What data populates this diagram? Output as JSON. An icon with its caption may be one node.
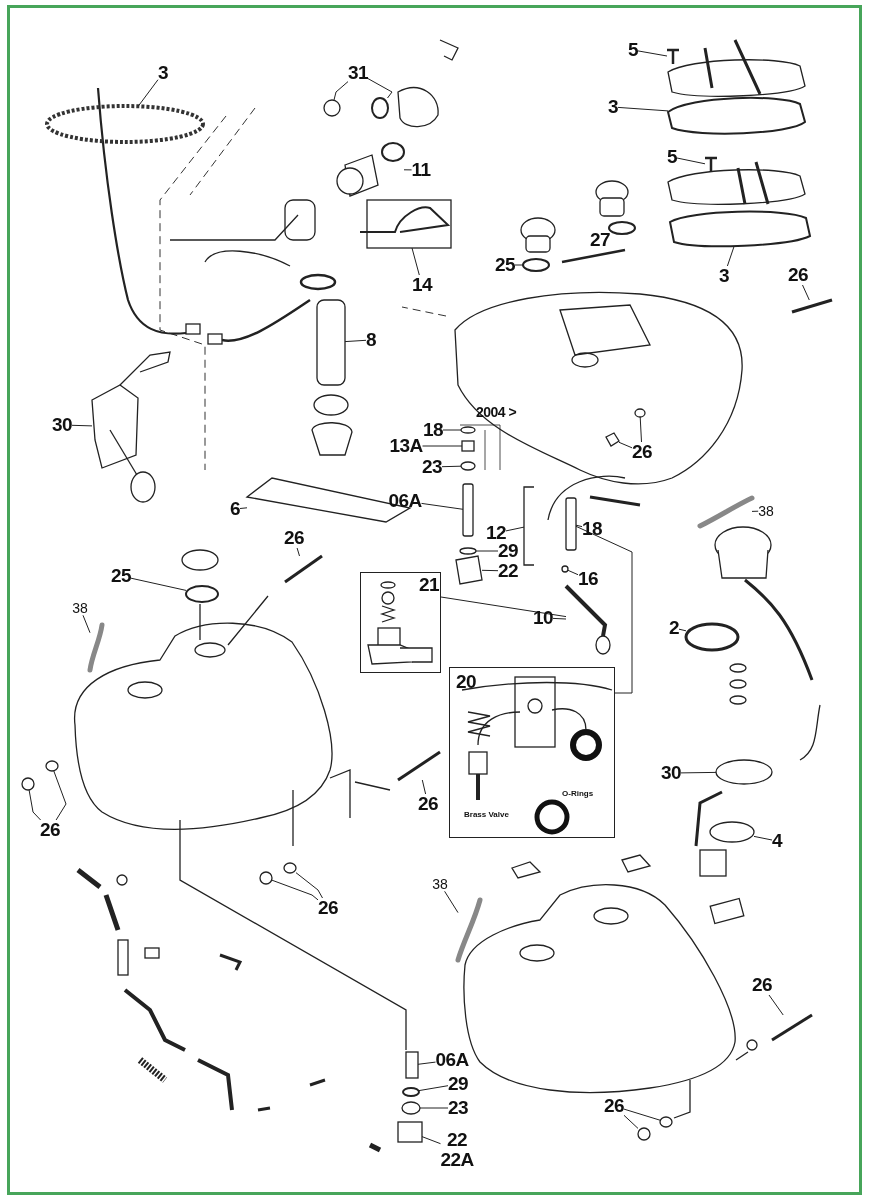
{
  "diagram": {
    "nodes": [
      {
        "text": [
          "3"
        ]
      },
      {
        "text": [
          "31"
        ]
      },
      {
        "text": [
          "11"
        ]
      },
      {
        "text": [
          "14"
        ]
      },
      {
        "text": [
          "8"
        ]
      },
      {
        "text": [
          "30"
        ]
      },
      {
        "text": [
          "6"
        ]
      },
      {
        "text": [
          "5"
        ]
      },
      {
        "text": [
          "3"
        ]
      },
      {
        "text": [
          "5"
        ]
      },
      {
        "text": [
          "3"
        ]
      },
      {
        "text": [
          "25"
        ]
      },
      {
        "text": [
          "26"
        ]
      },
      {
        "text": [
          "26"
        ]
      },
      {
        "text": [
          "18"
        ]
      },
      {
        "text": [
          "13A"
        ]
      },
      {
        "text": [
          "23"
        ]
      },
      {
        "text": [
          "06A"
        ]
      },
      {
        "text": [
          "38"
        ]
      },
      {
        "text": [
          "12"
        ]
      },
      {
        "text": [
          "18"
        ]
      },
      {
        "text": [
          "29"
        ]
      },
      {
        "text": [
          "22"
        ]
      },
      {
        "text": [
          "16"
        ]
      },
      {
        "text": [
          "21"
        ]
      },
      {
        "text": [
          "10"
        ]
      },
      {
        "text": [
          "20",
          "Brass Valve",
          "O-Rings"
        ]
      },
      {
        "text": [
          "26"
        ]
      },
      {
        "text": [
          "25"
        ]
      },
      {
        "text": [
          "38"
        ]
      },
      {
        "text": [
          "2"
        ]
      },
      {
        "text": [
          "30"
        ]
      },
      {
        "text": [
          "4"
        ]
      },
      {
        "text": [
          "26"
        ]
      },
      {
        "text": [
          "26"
        ]
      },
      {
        "text": [
          "26"
        ]
      },
      {
        "text": [
          "38"
        ]
      },
      {
        "text": [
          "26"
        ]
      },
      {
        "text": [
          "26"
        ]
      },
      {
        "text": [
          "06A"
        ]
      },
      {
        "text": [
          "29"
        ]
      },
      {
        "text": [
          "23"
        ]
      },
      {
        "text": [
          "22",
          "22A"
        ]
      },
      {
        "text": [],
        "shape": "circle"
      },
      {
        "text": [],
        "shape": "circle"
      },
      {
        "text": [],
        "shape": "circle"
      },
      {
        "text": [],
        "shape": "picture"
      },
      {
        "text": [],
        "shape": "picture"
      },
      {
        "text": [],
        "shape": "box"
      },
      {
        "text": [],
        "shape": "picture"
      },
      {
        "text": [],
        "shape": "picture"
      },
      {
        "text": [],
        "shape": "picture"
      },
      {
        "text": [],
        "shape": "picture"
      },
      {
        "text": [],
        "shape": "picture"
      },
      {
        "text": [],
        "shape": "picture"
      },
      {
        "text": [],
        "shape": "circle"
      },
      {
        "text": [],
        "shape": "picture"
      },
      {
        "text": [],
        "shape": "picture"
      },
      {
        "text": [],
        "shape": "circle"
      },
      {
        "text": [],
        "shape": "circle"
      },
      {
        "text": [],
        "shape": "box"
      },
      {
        "text": [],
        "shape": "circle"
      },
      {
        "text": [],
        "shape": "box"
      },
      {
        "text": [],
        "shape": "picture"
      },
      {
        "text": [],
        "shape": "picture"
      },
      {
        "text": [],
        "shape": "box"
      },
      {
        "text": [],
        "shape": "circle"
      },
      {
        "text": [],
        "shape": "picture"
      },
      {
        "text": [],
        "shape": "circle"
      },
      {
        "text": [],
        "shape": "picture"
      },
      {
        "text": [],
        "shape": "picture"
      },
      {
        "text": [],
        "shape": "circle"
      },
      {
        "text": [],
        "shape": "picture"
      },
      {
        "text": [],
        "shape": "circle"
      },
      {
        "text": [],
        "shape": "circle"
      },
      {
        "text": [],
        "shape": "circle"
      },
      {
        "text": [],
        "shape": "circle"
      },
      {
        "text": [],
        "shape": "circle"
      },
      {
        "text": [],
        "shape": "picture"
      },
      {
        "text": [],
        "shape": "circle"
      },
      {
        "text": [],
        "shape": "circle"
      },
      {
        "text": [],
        "shape": "picture"
      },
      {
        "text": [],
        "shape": "picture"
      },
      {
        "text": [],
        "shape": "circle"
      },
      {
        "text": [],
        "shape": "circle"
      },
      {
        "text": [],
        "shape": "box"
      },
      {
        "text": [],
        "shape": "circle"
      },
      {
        "text": [],
        "shape": "circle"
      },
      {
        "text": [],
        "shape": "box"
      }
    ],
    "edges": [
      {
        "from": 0,
        "to": 43,
        "arrow": "none"
      },
      {
        "from": 1,
        "to": 44,
        "arrow": "none"
      },
      {
        "from": 1,
        "to": 45,
        "arrow": "none"
      },
      {
        "from": 2,
        "to": 46,
        "arrow": "none"
      },
      {
        "from": 3,
        "to": 47,
        "arrow": "none"
      },
      {
        "from": 4,
        "to": 48,
        "arrow": "none"
      },
      {
        "from": 5,
        "to": 49,
        "arrow": "none"
      },
      {
        "from": 6,
        "to": 50,
        "arrow": "none"
      },
      {
        "from": 7,
        "to": 51,
        "arrow": "none"
      },
      {
        "from": 8,
        "to": 52,
        "arrow": "none"
      },
      {
        "from": 9,
        "to": 53,
        "arrow": "none"
      },
      {
        "from": 10,
        "to": 54,
        "arrow": "none"
      },
      {
        "from": 11,
        "to": 55,
        "arrow": "none"
      },
      {
        "from": 12,
        "to": 56,
        "arrow": "none"
      },
      {
        "from": 13,
        "to": 57,
        "arrow": "none"
      },
      {
        "from": 13,
        "to": 58,
        "arrow": "none"
      },
      {
        "from": 14,
        "to": 59,
        "arrow": "none"
      },
      {
        "from": 15,
        "to": 60,
        "arrow": "none"
      },
      {
        "from": 16,
        "to": 61,
        "arrow": "none"
      },
      {
        "from": 17,
        "to": 62,
        "arrow": "none"
      },
      {
        "from": 18,
        "to": 63,
        "arrow": "none"
      },
      {
        "from": 19,
        "to": 64,
        "arrow": "none"
      },
      {
        "from": 20,
        "to": 65,
        "arrow": "none"
      },
      {
        "from": 21,
        "to": 66,
        "arrow": "none"
      },
      {
        "from": 22,
        "to": 67,
        "arrow": "none"
      },
      {
        "from": 23,
        "to": 68,
        "arrow": "none"
      },
      {
        "from": 24,
        "to": 69,
        "arrow": "none"
      },
      {
        "from": 25,
        "to": 69,
        "arrow": "none"
      },
      {
        "from": 26,
        "to": 65,
        "arrow": "none"
      },
      {
        "from": 27,
        "to": 70,
        "arrow": "none"
      },
      {
        "from": 28,
        "to": 71,
        "arrow": "none"
      },
      {
        "from": 29,
        "to": 72,
        "arrow": "none"
      },
      {
        "from": 30,
        "to": 73,
        "arrow": "none"
      },
      {
        "from": 31,
        "to": 74,
        "arrow": "none"
      },
      {
        "from": 32,
        "to": 75,
        "arrow": "none"
      },
      {
        "from": 33,
        "to": 76,
        "arrow": "none"
      },
      {
        "from": 33,
        "to": 77,
        "arrow": "none"
      },
      {
        "from": 34,
        "to": 78,
        "arrow": "none"
      },
      {
        "from": 35,
        "to": 79,
        "arrow": "none"
      },
      {
        "from": 35,
        "to": 80,
        "arrow": "none"
      },
      {
        "from": 36,
        "to": 81,
        "arrow": "none"
      },
      {
        "from": 37,
        "to": 82,
        "arrow": "none"
      },
      {
        "from": 38,
        "to": 83,
        "arrow": "none"
      },
      {
        "from": 38,
        "to": 84,
        "arrow": "none"
      },
      {
        "from": 39,
        "to": 85,
        "arrow": "none"
      },
      {
        "from": 40,
        "to": 86,
        "arrow": "none"
      },
      {
        "from": 41,
        "to": 87,
        "arrow": "none"
      },
      {
        "from": 42,
        "to": 88,
        "arrow": "none"
      }
    ],
    "labels": [
      "27",
      "2004 >"
    ]
  }
}
